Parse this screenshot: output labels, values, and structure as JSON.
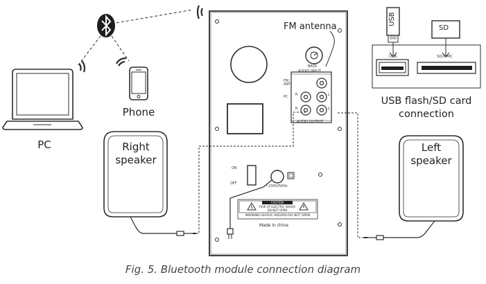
{
  "labels": {
    "pc": "PC",
    "phone": "Phone",
    "right_speaker": "Right\nspeaker",
    "left_speaker": "Left\nspeaker",
    "fm_antenna": "FM antenna",
    "usb_sd_connection": "USB flash/SD card\nconnection",
    "caption": "Fig. 5. Bluetooth module connection diagram"
  },
  "panel": {
    "bass": "BASS",
    "audio_input": "AUDIO INPUT",
    "audio_output": "AUDIO OUTPUT",
    "fm_ant": "FM\nANT",
    "pc": "PC",
    "r1": "R",
    "l1": "L",
    "r2": "R",
    "l2": "L",
    "on": "ON",
    "off": "OFF",
    "power_rating": "~230V/50Hz",
    "caution_title": "CAUTION",
    "caution_line1": "RISK OF ELECTRIC SHOCK",
    "caution_line2": "DO NOT OPEN",
    "warning": "WARNING:SHOCK HAZARD-DO NOT OPEN",
    "made_in": "Made in china"
  },
  "usb_panel": {
    "usb_stick_label": "USB",
    "sd_card_label": "SD",
    "usb_port_label": "USB",
    "sd_slot_label": "SD/MMC"
  },
  "colors": {
    "line": "#2b2b2b",
    "caption": "#444444"
  }
}
